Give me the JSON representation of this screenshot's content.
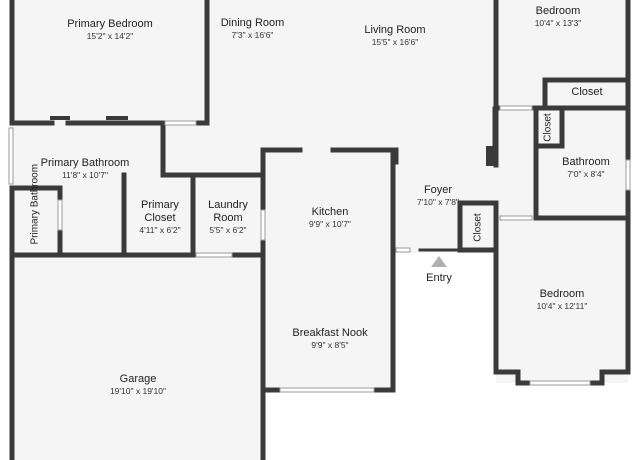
{
  "rooms": {
    "primary_bedroom": {
      "name": "Primary Bedroom",
      "dim": "15'2\" x 14'2\""
    },
    "dining_room": {
      "name": "Dining Room",
      "dim": "7'3\" x 16'6\""
    },
    "living_room": {
      "name": "Living Room",
      "dim": "15'5\" x 16'6\""
    },
    "bedroom_top": {
      "name": "Bedroom",
      "dim": "10'4\" x 13'3\""
    },
    "closet_top": {
      "name": "Closet"
    },
    "closet_side": {
      "name": "Closet"
    },
    "bathroom": {
      "name": "Bathroom",
      "dim": "7'0\" x 8'4\""
    },
    "primary_bathroom": {
      "name": "Primary Bathroom",
      "dim": "11'8\" x 10'7\""
    },
    "primary_bathroom_small": {
      "name": "Primary Bathroom"
    },
    "primary_closet": {
      "name": "Primary Closet",
      "dim": "4'11\" x 6'2\""
    },
    "laundry_room": {
      "name": "Laundry Room",
      "dim": "5'5\" x 6'2\""
    },
    "kitchen": {
      "name": "Kitchen",
      "dim": "9'9\" x 10'7\""
    },
    "foyer": {
      "name": "Foyer",
      "dim": "7'10\" x 7'8\""
    },
    "closet_foyer": {
      "name": "Closet"
    },
    "entry": {
      "name": "Entry"
    },
    "bedroom_bottom": {
      "name": "Bedroom",
      "dim": "10'4\" x 12'11\""
    },
    "breakfast_nook": {
      "name": "Breakfast Nook",
      "dim": "9'9\" x 8'5\""
    },
    "garage": {
      "name": "Garage",
      "dim": "19'10\" x 19'10\""
    }
  },
  "colors": {
    "wall": "#3a3a3a",
    "floor": "#f5f5f5",
    "marker": "#b0b0b0"
  }
}
